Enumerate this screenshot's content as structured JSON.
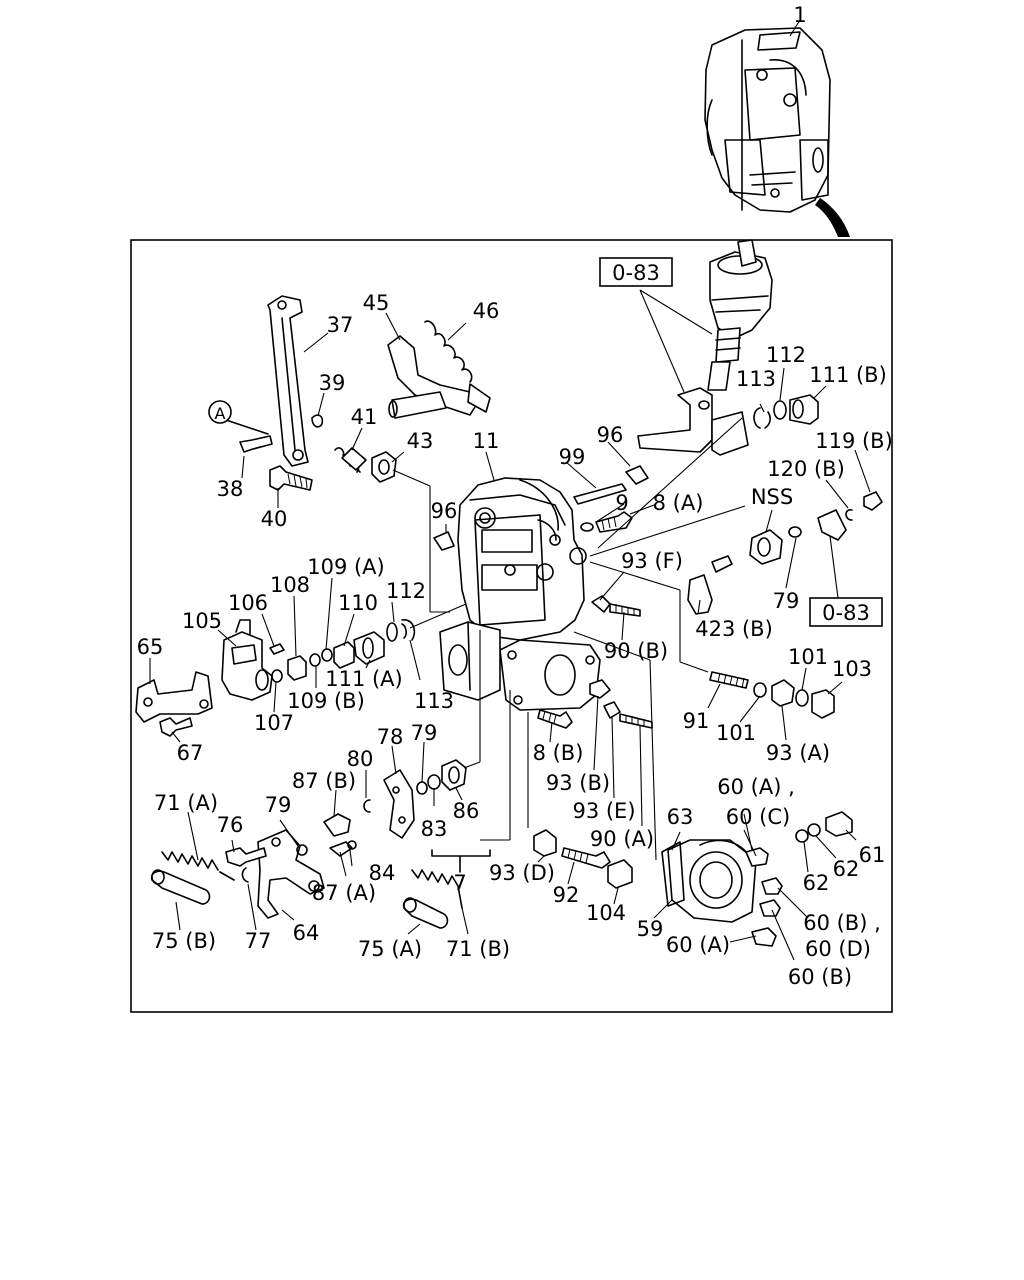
{
  "diagram": {
    "callouts": {
      "c1": "1",
      "c11": "11",
      "c37": "37",
      "c39": "39",
      "c45": "45",
      "c46": "46",
      "c41": "41",
      "c43": "43",
      "c38": "38",
      "c40": "40",
      "cA": "A",
      "c96a": "96",
      "c96b": "96",
      "c99": "99",
      "c9": "9",
      "c8A": "8 (A)",
      "c112a": "112",
      "c113a": "113",
      "c111B": "111 (B)",
      "c119B": "119 (B)",
      "c120B": "120 (B)",
      "cNSS": "NSS",
      "c93F": "93 (F)",
      "c79a": "79",
      "c423B": "423 (B)",
      "c90B": "90 (B)",
      "c108": "108",
      "c109A": "109 (A)",
      "c106": "106",
      "c110": "110",
      "c112b": "112",
      "c105": "105",
      "c65": "65",
      "c111A": "111 (A)",
      "c113b": "113",
      "c109B": "109 (B)",
      "c107": "107",
      "c67": "67",
      "c101a": "101",
      "c103": "103",
      "c91": "91",
      "c101b": "101",
      "c93A": "93 (A)",
      "c8B": "8 (B)",
      "c93B": "93 (B)",
      "c93E": "93 (E)",
      "c90A": "90 (A)",
      "c78": "78",
      "c79b": "79",
      "c80": "80",
      "c87B": "87 (B)",
      "c71A": "71 (A)",
      "c76": "76",
      "c79c": "79",
      "c83": "83",
      "c86": "86",
      "c84": "84",
      "c87A": "87 (A)",
      "c7": "7",
      "c93D": "93 (D)",
      "c92": "92",
      "c104": "104",
      "c60AC": "60 (A) ,",
      "c60C": "60 (C)",
      "c63": "63",
      "c61": "61",
      "c62a": "62",
      "c62b": "62",
      "c60BD": "60 (B) ,",
      "c60D": "60 (D)",
      "c59": "59",
      "c60A": "60 (A)",
      "c60B": "60 (B)",
      "c75B": "75 (B)",
      "c77": "77",
      "c64": "64",
      "c75A": "75 (A)",
      "c71B": "71 (B)"
    },
    "refs": {
      "ref_top": "0-83",
      "ref_right": "0-83"
    }
  }
}
